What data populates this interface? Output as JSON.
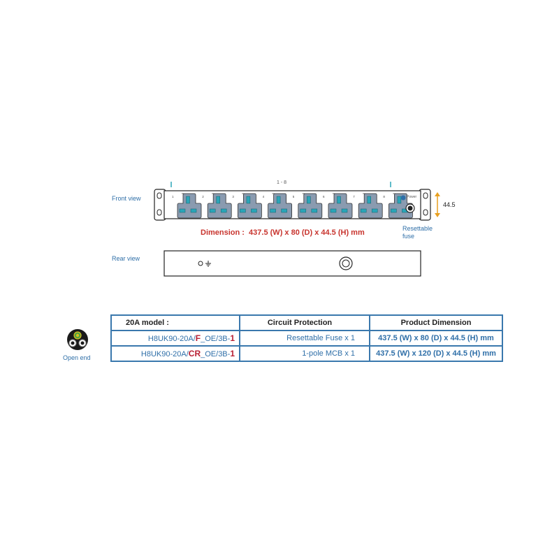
{
  "front_view_label": "Front view",
  "rear_view_label": "Rear view",
  "socket_range_label": "1 - 8",
  "socket_numbers": [
    "1",
    "2",
    "3",
    "4",
    "5",
    "6",
    "7",
    "8"
  ],
  "power_label": "Power",
  "height_label": "44.5",
  "dimension_text": "Dimension :  437.5 (W) x 80 (D) x 44.5 (H) mm",
  "fuse_label_line1": "Resettable",
  "fuse_label_line2": "fuse",
  "open_end_label": "Open end",
  "table": {
    "headers": [
      "20A model :",
      "Circuit Protection",
      "Product Dimension"
    ],
    "rows": [
      {
        "model_prefix": "H8UK90-20A/",
        "model_code": "F",
        "model_mid": "_OE/3B-",
        "model_suffix": "1",
        "protection": "Resettable Fuse x 1",
        "dimension": "437.5 (W) x 80 (D) x 44.5 (H) mm",
        "dimension_color": "red"
      },
      {
        "model_prefix": "H8UK90-20A/",
        "model_code": "CR",
        "model_mid": "_OE/3B-",
        "model_suffix": "1",
        "protection": "1-pole MCB x 1",
        "dimension": "437.5 (W) x 120 (D) x 44.5 (H) mm",
        "dimension_color": "green"
      }
    ]
  },
  "colors": {
    "socket_face": "#8a9bb0",
    "socket_slot": "#2aa5b8",
    "label_blue": "#2f6fa8",
    "dimension_red": "#c8342e",
    "dimension_green": "#1a8a3a",
    "arrow_orange": "#e8a020",
    "table_border": "#3a78ad"
  }
}
